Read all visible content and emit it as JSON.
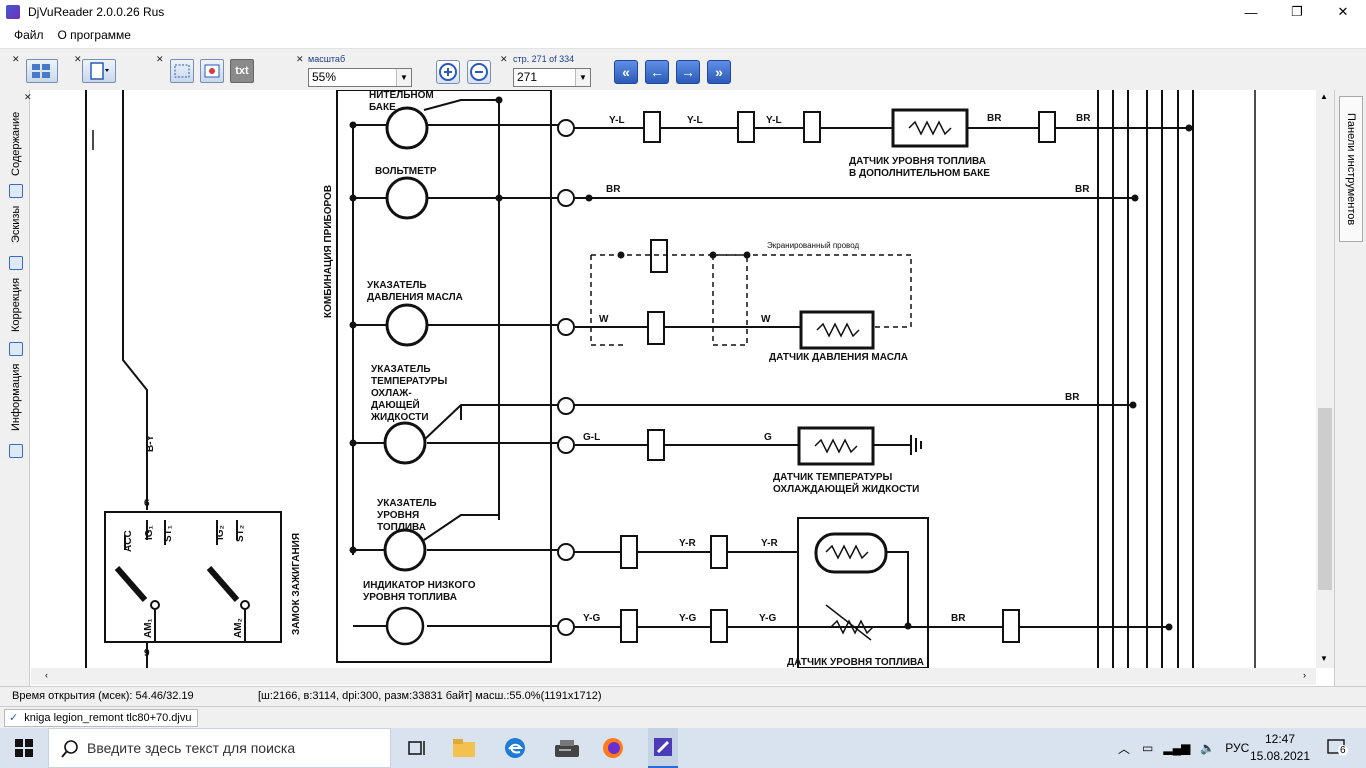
{
  "window": {
    "title": "DjVuReader 2.0.0.26 Rus",
    "minimize": "—",
    "maximize": "❐",
    "close": "✕"
  },
  "menu": {
    "items": [
      "Файл",
      "О программе"
    ]
  },
  "toolbar": {
    "zoom_label": "масштаб",
    "zoom_value": "55%",
    "page_label": "стр. 271 of 334",
    "page_value": "271",
    "txt_label": "txt"
  },
  "left_panel": {
    "tabs": [
      "Содержание",
      "Эскизы",
      "Коррекция",
      "Информация"
    ]
  },
  "right_panel": {
    "tab": "Панели инструментов"
  },
  "diagram": {
    "labels": {
      "tank_label": "НИТЕЛЬНОМ\nБАКЕ",
      "voltmeter": "ВОЛЬТМЕТР",
      "oil_pressure_gauge": "УКАЗАТЕЛЬ\nДАВЛЕНИЯ МАСЛА",
      "coolant_temp_gauge": "УКАЗАТЕЛЬ\nТЕМПЕРАТУРЫ\nОХЛАЖ-\nДАЮЩЕЙ\nЖИДКОСТИ",
      "fuel_gauge": "УКАЗАТЕЛЬ\nУРОВНЯ\nТОПЛИВА",
      "low_fuel_indicator": "ИНДИКАТОР НИЗКОГО\nУРОВНЯ ТОПЛИВА",
      "instrument_cluster": "КОМБИНАЦИЯ ПРИБОРОВ",
      "ignition_switch": "ЗАМОК ЗАЖИГАНИЯ",
      "fuel_sensor_aux_tank": "ДАТЧИК УРОВНЯ ТОПЛИВА\nВ ДОПОЛНИТЕЛЬНОМ БАКЕ",
      "shielded_wire": "Экранированный провод",
      "oil_pressure_sensor": "ДАТЧИК ДАВЛЕНИЯ МАСЛА",
      "coolant_temp_sensor": "ДАТЧИК ТЕМПЕРАТУРЫ\nОХЛАЖДАЮЩЕЙ ЖИДКОСТИ",
      "fuel_level_sensor": "ДАТЧИК УРОВНЯ ТОПЛИВА",
      "wire_by": "B-Y",
      "ign_acc": "ACC",
      "ign_ig1": "IG₁",
      "ign_st1": "ST₁",
      "ign_ig2": "IG₂",
      "ign_st2": "ST₂",
      "ign_am1": "AM₁",
      "ign_am2": "AM₂",
      "pin_6": "6",
      "pin_9": "9"
    },
    "wire_codes": [
      "Y-L",
      "BR",
      "W",
      "G-L",
      "G",
      "Y-R",
      "Y-G"
    ]
  },
  "status": {
    "open_time": "Время открытия (мсек): 54.46/32.19",
    "info": "[ш:2166, в:3114, dpi:300, разм:33831 байт] масш.:55.0%(1191x1712)"
  },
  "document_tab": "kniga legion_remont tlc80+70.djvu",
  "taskbar": {
    "search_placeholder": "Введите здесь текст для поиска",
    "lang": "РУС",
    "time": "12:47",
    "date": "15.08.2021",
    "notifications": "6"
  }
}
